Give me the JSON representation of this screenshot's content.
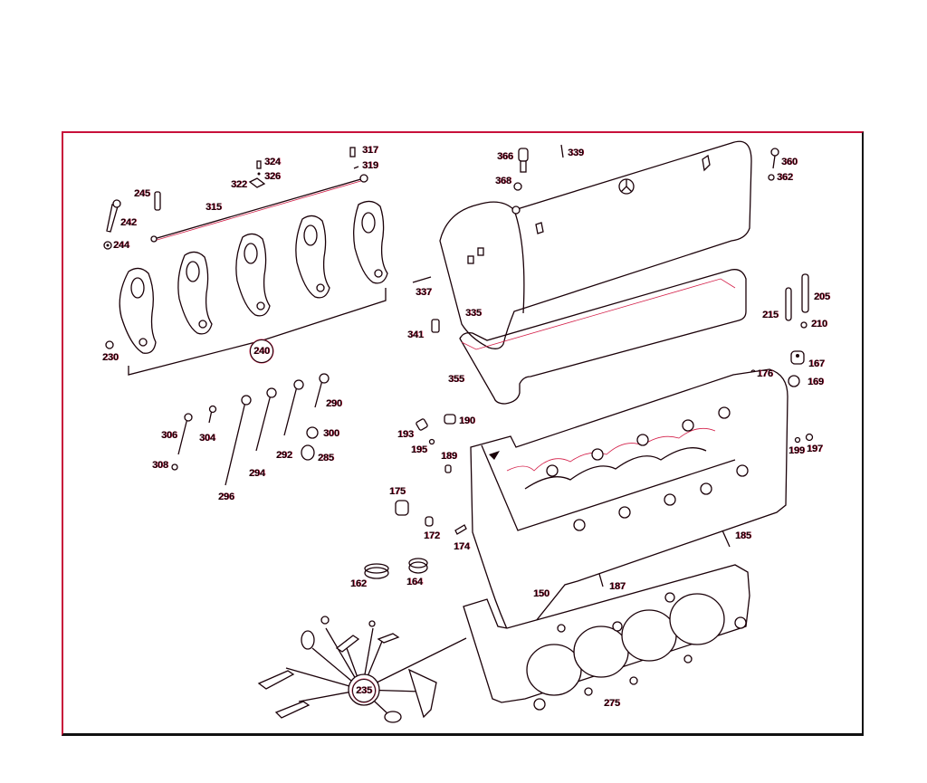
{
  "diagram": {
    "type": "exploded-parts-view",
    "subject": "Cylinder head assembly",
    "colors": {
      "line": "#1a0008",
      "accent": "#d4204a",
      "frame_top_left": "#c8103a",
      "frame_bottom_right": "#111111",
      "background": "#ffffff"
    },
    "labels": {
      "p317": "317",
      "p319": "319",
      "p324": "324",
      "p326": "326",
      "p322": "322",
      "p245": "245",
      "p242": "242",
      "p244": "244",
      "p315": "315",
      "p230": "230",
      "p240": "240",
      "p366": "366",
      "p339": "339",
      "p368": "368",
      "p360": "360",
      "p362": "362",
      "p337": "337",
      "p335": "335",
      "p341": "341",
      "p355": "355",
      "p215": "215",
      "p205": "205",
      "p210": "210",
      "p167": "167",
      "p169": "169",
      "p176": "176",
      "p306": "306",
      "p304": "304",
      "p296": "296",
      "p294": "294",
      "p292": "292",
      "p290": "290",
      "p300": "300",
      "p285": "285",
      "p308": "308",
      "p193": "193",
      "p190": "190",
      "p195": "195",
      "p189": "189",
      "p175": "175",
      "p172": "172",
      "p174": "174",
      "p162": "162",
      "p164": "164",
      "p150": "150",
      "p187": "187",
      "p185": "185",
      "p199": "199",
      "p197": "197",
      "p235": "235",
      "p275": "275"
    }
  }
}
